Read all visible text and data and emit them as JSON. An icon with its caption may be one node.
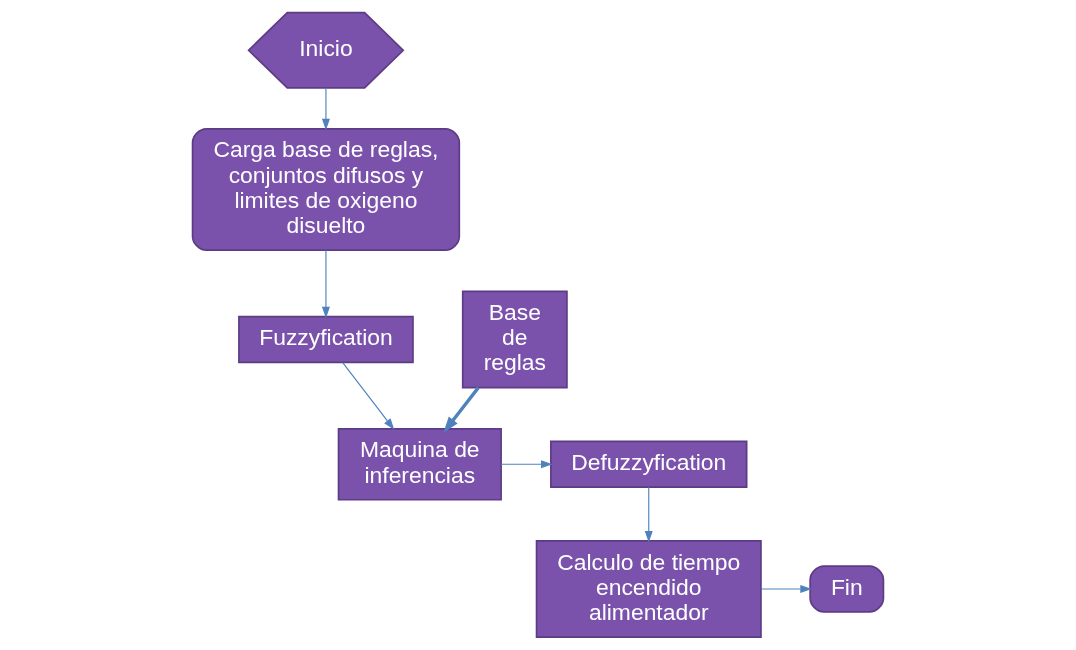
{
  "diagram": {
    "nodes": [
      {
        "text": [
          "Inicio"
        ]
      },
      {
        "text": [
          "Carga base de reglas, conjuntos difusos y limites de oxigeno disuelto"
        ]
      },
      {
        "text": [
          "Fuzzyfication"
        ]
      },
      {
        "text": [
          "Base de reglas"
        ]
      },
      {
        "text": [
          "Maquina de inferencias"
        ]
      },
      {
        "text": [
          "Defuzzyfication"
        ]
      },
      {
        "text": [
          "Calculo de tiempo encendido alimentador"
        ]
      },
      {
        "text": [
          "Fin"
        ]
      }
    ],
    "edges": [
      {
        "from": 0,
        "to": 1,
        "arrow": "to"
      },
      {
        "from": 1,
        "to": 2,
        "arrow": "to"
      },
      {
        "from": 2,
        "to": 4,
        "arrow": "to"
      },
      {
        "from": 3,
        "to": 4,
        "arrow": "to",
        "style": "thick"
      },
      {
        "from": 4,
        "to": 5,
        "arrow": "to"
      },
      {
        "from": 5,
        "to": 6,
        "arrow": "to"
      },
      {
        "from": 6,
        "to": 7,
        "arrow": "to"
      }
    ]
  }
}
